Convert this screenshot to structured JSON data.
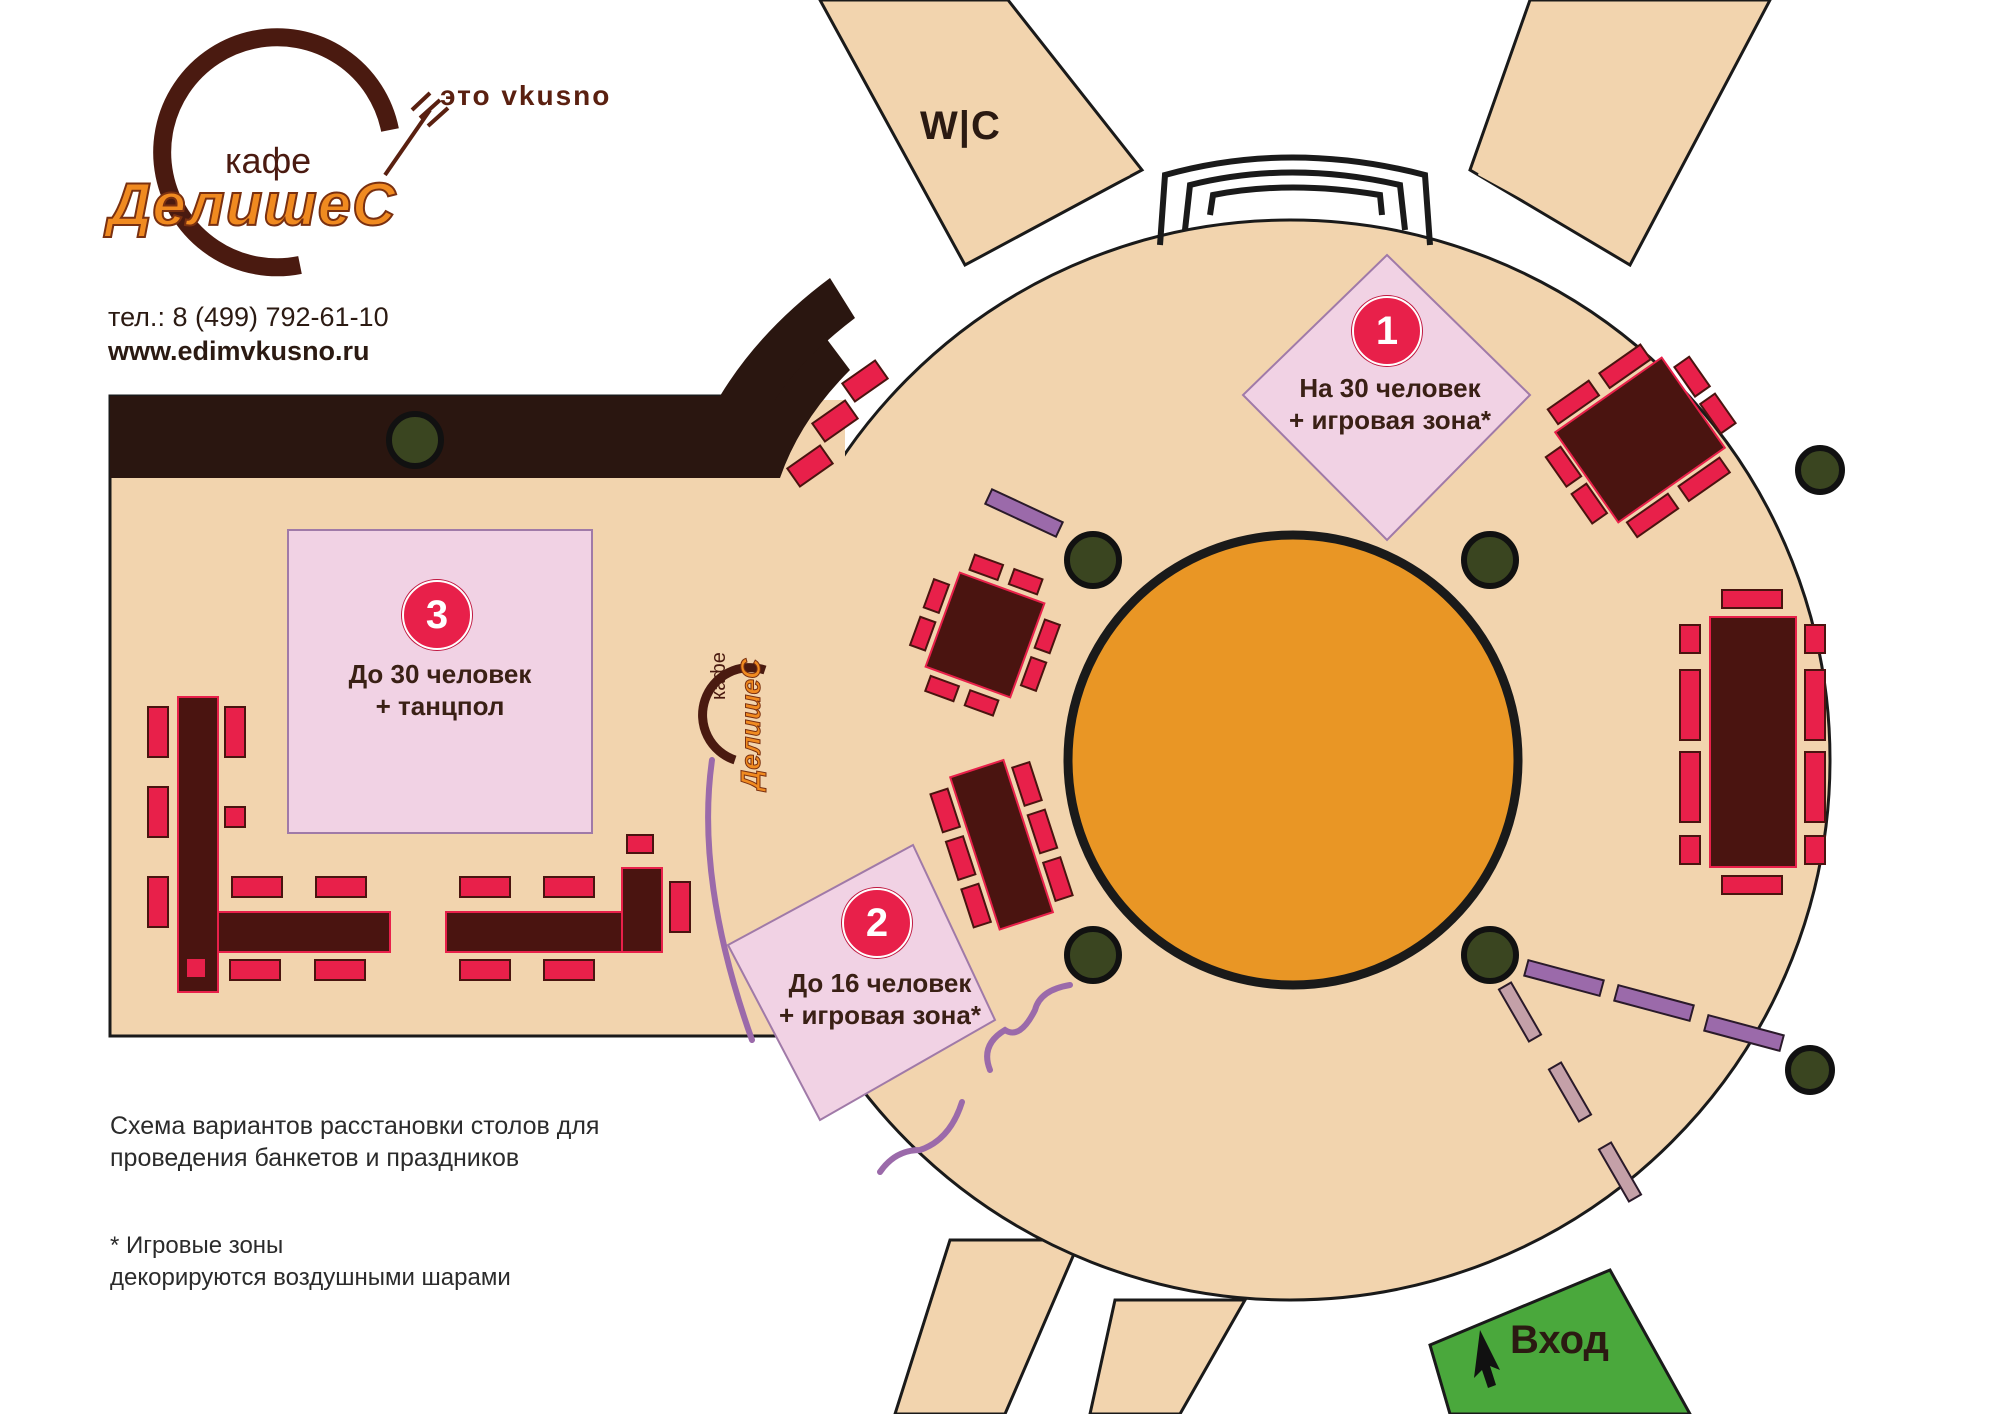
{
  "brand": {
    "slogan": "это vkusno",
    "cafe_word": "кафе",
    "name": "ДелишеС",
    "phone": "тел.: 8 (499) 792-61-10",
    "website": "www.edimvkusno.ru"
  },
  "rooms": {
    "wc_label": "W|C",
    "entrance_label": "Вход"
  },
  "zones": [
    {
      "number": "1",
      "text": "На 30 человек\n+ игровая зона*"
    },
    {
      "number": "2",
      "text": "До 16 человек\n+ игровая зона*"
    },
    {
      "number": "3",
      "text": "До 30 человек\n+ танцпол"
    }
  ],
  "caption": "Схема вариантов расстановки столов для проведения банкетов и праздников",
  "footnote": "* Игровые зоны\n   декорируются воздушными шарами",
  "colors": {
    "floor": "#f2d4ae",
    "wall": "#2a1610",
    "table": "#4a1410",
    "chair": "#e8204a",
    "center": "#e99625",
    "zone": "#f1d2e4",
    "zone_border": "#a07aa8",
    "column": "#3a4520",
    "divider": "#9b6aaa",
    "entrance": "#4aa83c",
    "brand_orange": "#f08a20",
    "brand_brown": "#5a2010"
  },
  "icons": [
    "fork-icon",
    "arrow-cursor-icon"
  ]
}
